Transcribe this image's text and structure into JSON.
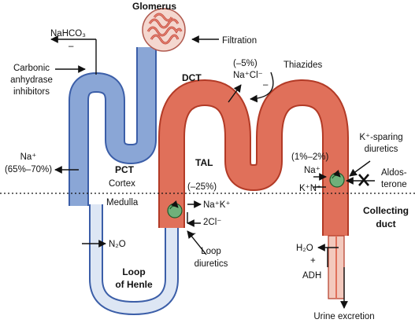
{
  "segments": {
    "glomerus": "Glomerus",
    "pct": "PCT",
    "dct": "DCT",
    "tal": "TAL",
    "loop_line1": "Loop",
    "loop_line2": "of Henle",
    "collecting_line1": "Collecting",
    "collecting_line2": "duct"
  },
  "zones": {
    "cortex": "Cortex",
    "medulla": "Medulla"
  },
  "process": {
    "filtration": "Filtration",
    "urine_excretion": "Urine excretion"
  },
  "pct_labels": {
    "nahco3": "NaHCO₃",
    "minus": "–",
    "cai_line1": "Carbonic",
    "cai_line2": "anhydrase",
    "cai_line3": "inhibitors",
    "na": "Na⁺",
    "na_pct": "(65%–70%)",
    "n2o": "N₂O"
  },
  "dct_labels": {
    "pct": "(–5%)",
    "ions": "Na⁺Cl⁻",
    "minus": "–",
    "thiazides": "Thiazides"
  },
  "tal_labels": {
    "pct": "(–25%)",
    "nak": "Na⁺K⁺",
    "cl": "2Cl⁻",
    "minus": "–",
    "loop_line1": "Loop",
    "loop_line2": "diuretics"
  },
  "collecting_labels": {
    "pct": "(1%–2%)",
    "na": "Na⁺",
    "kn": "K⁺N⁺",
    "ksparing_line1": "K⁺-sparing",
    "ksparing_line2": "diuretics",
    "aldo_line1": "Aldos-",
    "aldo_line2": "terone",
    "h2o": "H₂O",
    "plus": "+",
    "adh": "ADH"
  },
  "colors": {
    "pct_fill": "#8aa6d6",
    "pct_stroke": "#3b5ea8",
    "loop_fill": "#dde6f4",
    "red_fill": "#e0705a",
    "red_stroke": "#b23a26",
    "collect_light": "#f3c9bd",
    "glomerus": "#d4665a",
    "transporter": "#6fb07a"
  }
}
